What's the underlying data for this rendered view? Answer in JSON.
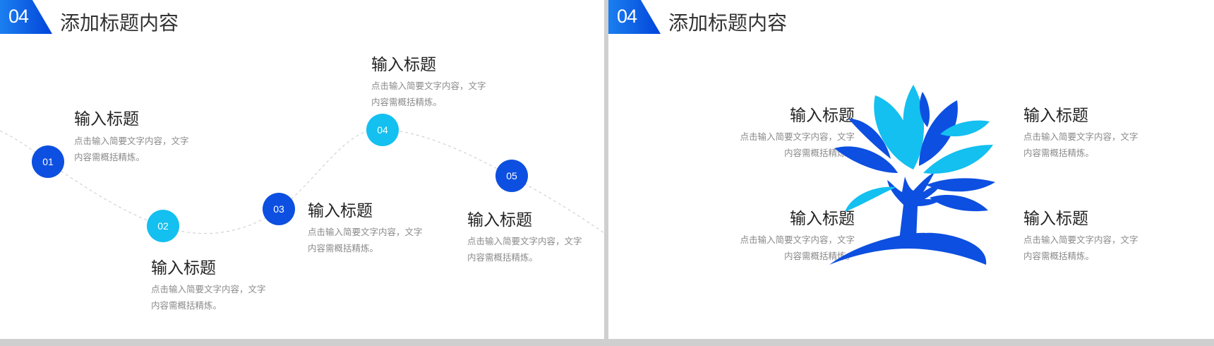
{
  "left_slide": {
    "badge": "04",
    "title": "添加标题内容",
    "steps": [
      {
        "num": "01",
        "heading": "输入标题",
        "desc_line1": "点击输入简要文字内容，文字",
        "desc_line2": "内容需概括精炼。"
      },
      {
        "num": "02",
        "heading": "输入标题",
        "desc_line1": "点击输入简要文字内容，文字",
        "desc_line2": "内容需概括精炼。"
      },
      {
        "num": "03",
        "heading": "输入标题",
        "desc_line1": "点击输入简要文字内容，文字",
        "desc_line2": "内容需概括精炼。"
      },
      {
        "num": "04",
        "heading": "输入标题",
        "desc_line1": "点击输入简要文字内容，文字",
        "desc_line2": "内容需概括精炼。"
      },
      {
        "num": "05",
        "heading": "输入标题",
        "desc_line1": "点击输入简要文字内容，文字",
        "desc_line2": "内容需概括精炼。"
      }
    ]
  },
  "right_slide": {
    "badge": "04",
    "title": "添加标题内容",
    "items": [
      {
        "heading": "输入标题",
        "desc_line1": "点击输入简要文字内容，文字",
        "desc_line2": "内容需概括精炼。"
      },
      {
        "heading": "输入标题",
        "desc_line1": "点击输入简要文字内容，文字",
        "desc_line2": "内容需概括精炼。"
      },
      {
        "heading": "输入标题",
        "desc_line1": "点击输入简要文字内容，文字",
        "desc_line2": "内容需概括精炼。"
      },
      {
        "heading": "输入标题",
        "desc_line1": "点击输入简要文字内容，文字",
        "desc_line2": "内容需概括精炼。"
      }
    ]
  },
  "colors": {
    "dark_blue": "#0d4fe0",
    "light_blue": "#13c0f0",
    "text": "#333333",
    "muted": "#8a8a8a"
  },
  "icons": [
    "tree-hand-icon"
  ]
}
